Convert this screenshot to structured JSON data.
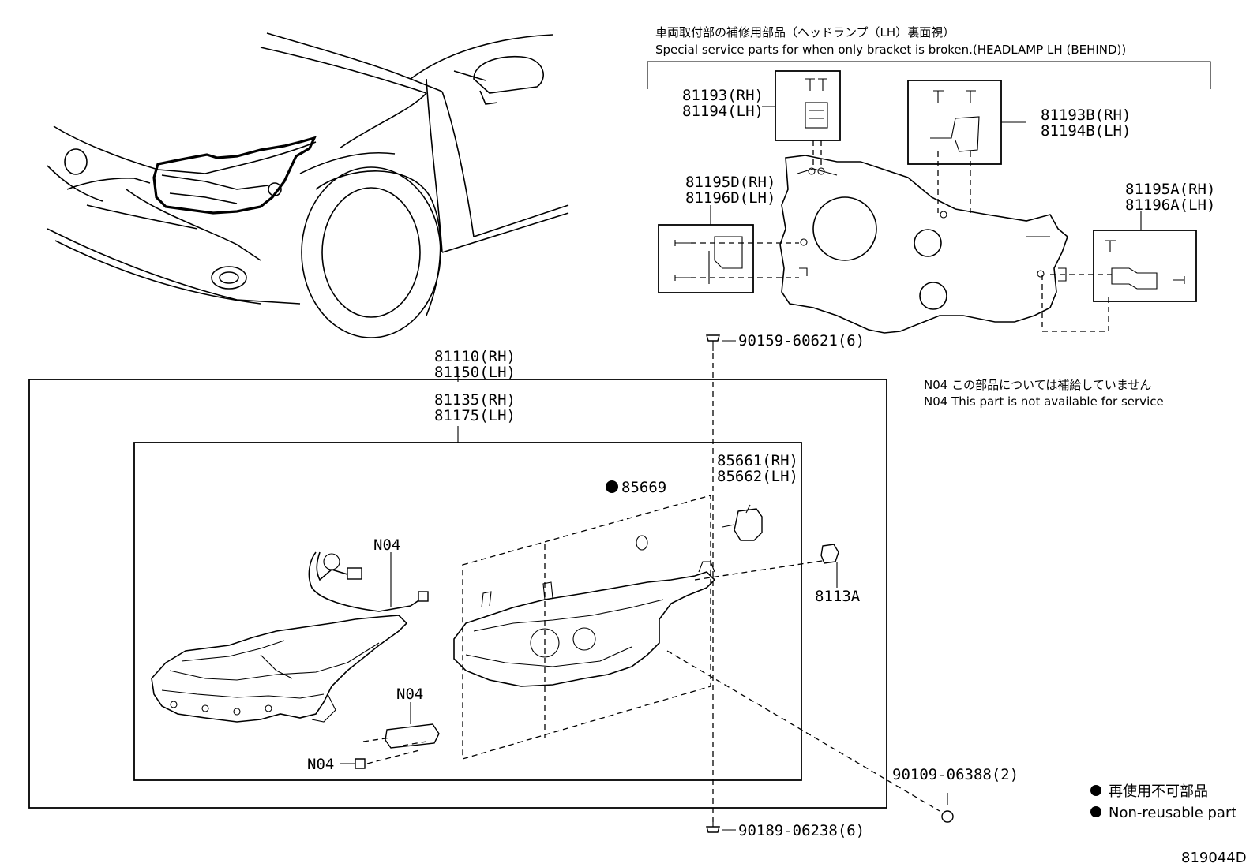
{
  "header": {
    "jp_title": "車両取付部の補修用部品（ヘッドランプ（LH）裏面視）",
    "en_title": "Special service parts for when only bracket is broken.(HEADLAMP LH (BEHIND))"
  },
  "parts": {
    "p81193": "81193(RH)",
    "p81194": "81194(LH)",
    "p81193B": "81193B(RH)",
    "p81194B": "81194B(LH)",
    "p81195D": "81195D(RH)",
    "p81196D": "81196D(LH)",
    "p81195A": "81195A(RH)",
    "p81196A": "81196A(LH)",
    "p90159": "90159-60621(6)",
    "p81110": "81110(RH)",
    "p81150": "81150(LH)",
    "p81135": "81135(RH)",
    "p81175": "81175(LH)",
    "p85669": "85669",
    "p85661": "85661(RH)",
    "p85662": "85662(LH)",
    "n04_harness": "N04",
    "n04_module": "N04",
    "n04_screw": "N04",
    "p8113A": "8113A",
    "p90109": "90109-06388(2)",
    "p90189": "90189-06238(6)"
  },
  "notes": {
    "n04_jp": "N04 この部品については補給していません",
    "n04_en": "N04 This part is not available for service"
  },
  "legend": {
    "jp": "再使用不可部品",
    "en": "Non-reusable part"
  },
  "diagram_id": "819044D"
}
